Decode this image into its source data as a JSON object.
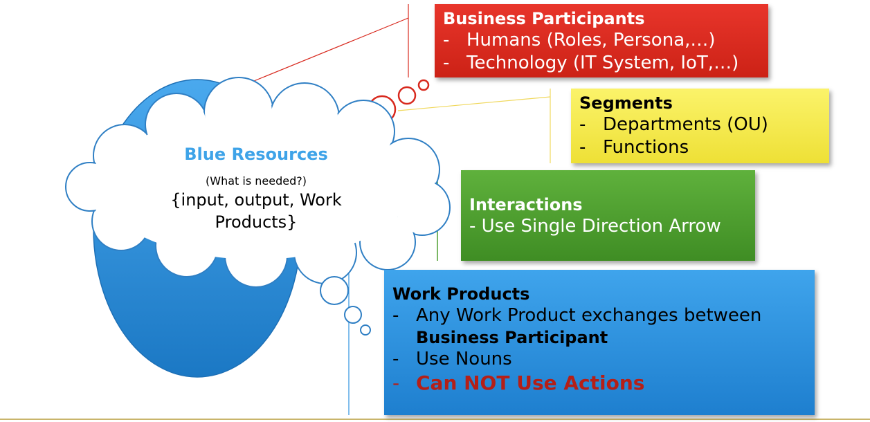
{
  "cloud": {
    "title": "Blue Resources",
    "subtitle": "(What is needed?)",
    "body_line1": "{input, output, Work",
    "body_line2": "Products}"
  },
  "participants": {
    "title": "Business Participants",
    "items": [
      "Humans (Roles, Persona,…)",
      "Technology (IT System, IoT,…)"
    ]
  },
  "segments": {
    "title": "Segments",
    "items": [
      "Departments (OU)",
      "Functions"
    ]
  },
  "interactions": {
    "title": "Interactions",
    "line": "- Use Single Direction Arrow"
  },
  "work_products": {
    "title": "Work Products",
    "item1": "Any Work Product exchanges between",
    "item1_cont": "Business Participant",
    "item2": "Use Nouns",
    "item3": "Can NOT Use Actions"
  },
  "bullet": "-",
  "colors": {
    "red": "#d8291e",
    "yellow": "#f6ea45",
    "green": "#4e9f30",
    "blue": "#2f93e0",
    "accent_text": "#b51f17",
    "cloud_title": "#3ea3e8"
  }
}
